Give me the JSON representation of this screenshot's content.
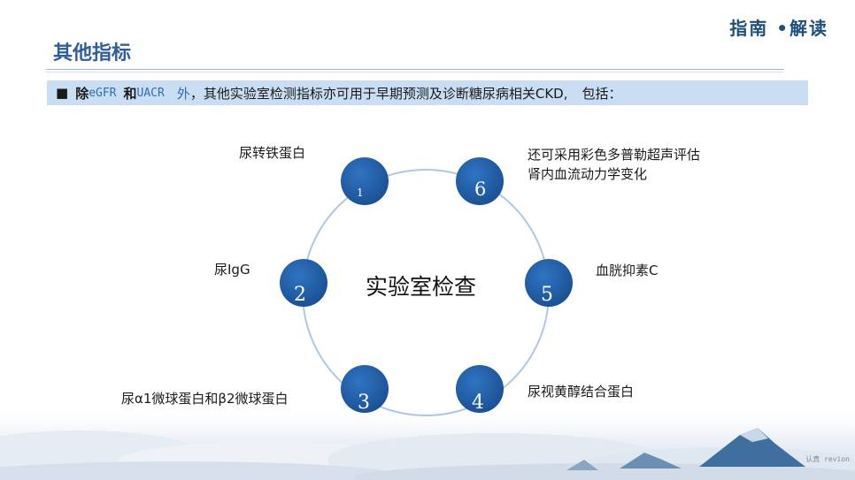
{
  "header": {
    "brand": "指南 •解读",
    "title": "其他指标"
  },
  "banner": {
    "bullet": "■",
    "part1": "除",
    "egfr": "eGFR",
    "and": "和",
    "uacr": "UACR",
    "outside": "外",
    "rest": "，其他实验室检测指标亦可用于早期预测及诊断糖尿病相关CKD,",
    "include": "包括："
  },
  "diagram": {
    "center": "实验室检查",
    "nodes": [
      {
        "num": "1",
        "label": "尿转铁蛋白"
      },
      {
        "num": "2",
        "label": "尿IgG"
      },
      {
        "num": "3",
        "label": "尿α1微球蛋白和β2微球蛋白"
      },
      {
        "num": "4",
        "label": "尿视黄醇结合蛋白"
      },
      {
        "num": "5",
        "label": "血胱抑素C"
      },
      {
        "num": "6",
        "label_line1": "还可采用彩色多普勒超声评估",
        "label_line2": "肾内血流动力学变化"
      }
    ],
    "node_color": "#1f5fa8",
    "ring_color": "#aec8e2"
  },
  "footer": {
    "watermark": "认真 revion"
  }
}
